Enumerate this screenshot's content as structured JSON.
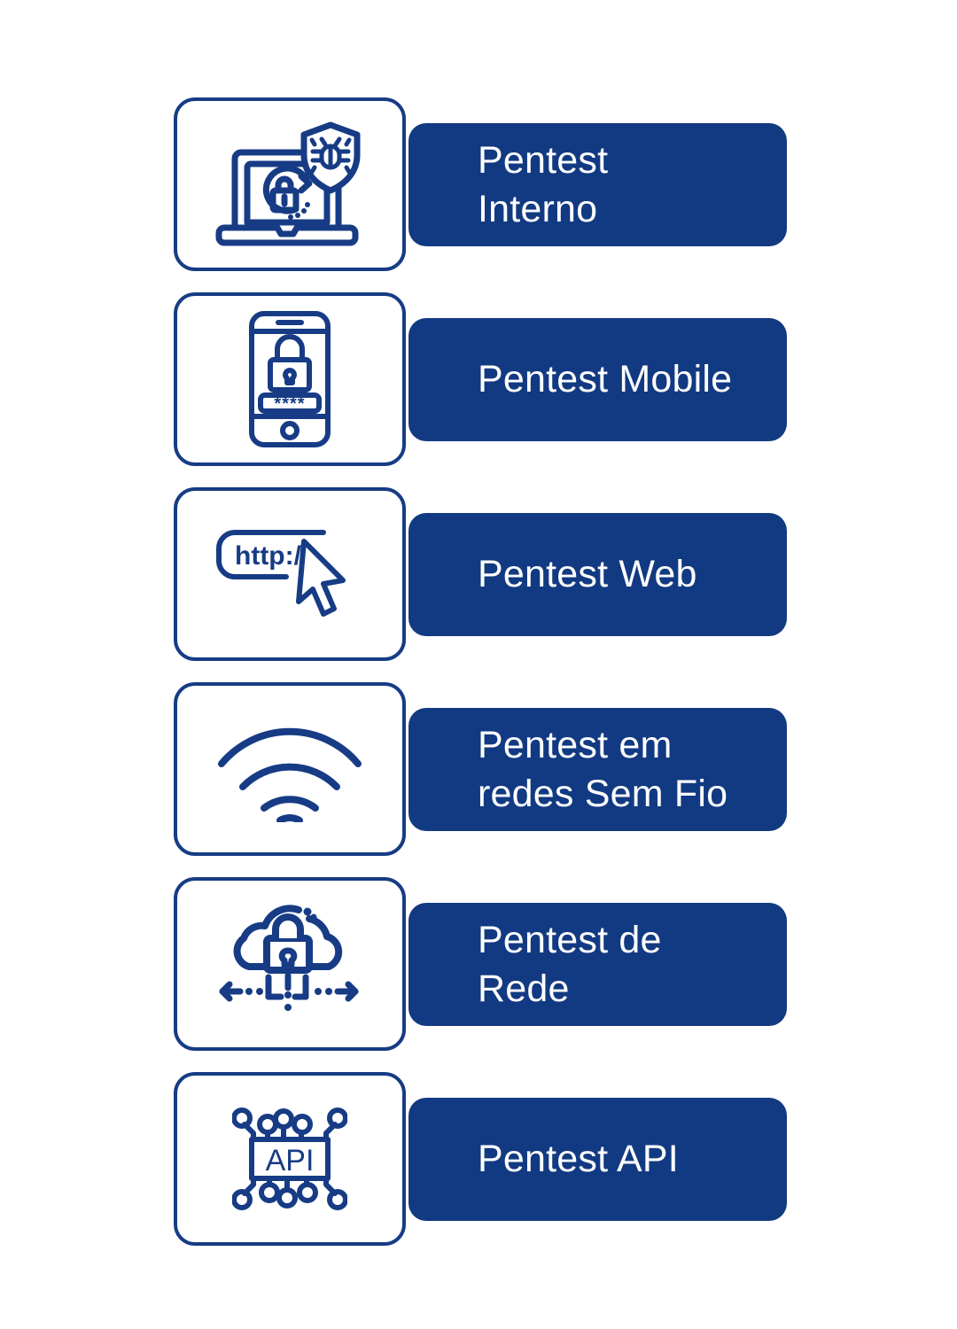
{
  "page": {
    "background_color": "#ffffff",
    "accent_navy": "#123A82",
    "card_border_color": "#173C85",
    "label_text_color": "#ffffff",
    "icon_stroke_color": "#173C85"
  },
  "services": [
    {
      "label": "Pentest\nInterno",
      "label_lines": [
        "Pentest",
        "Interno"
      ],
      "icon_name": "laptop-shield-bug-lock-icon"
    },
    {
      "label": "Pentest Mobile",
      "label_lines": [
        "Pentest Mobile"
      ],
      "icon_name": "mobile-phone-lock-password-icon"
    },
    {
      "label": "Pentest Web",
      "label_lines": [
        "Pentest Web"
      ],
      "icon_name": "url-bar-http-cursor-icon"
    },
    {
      "label": "Pentest em\nredes Sem Fio",
      "label_lines": [
        "Pentest em",
        "redes Sem Fio"
      ],
      "icon_name": "wifi-signal-icon"
    },
    {
      "label": "Pentest de\nRede",
      "label_lines": [
        "Pentest de",
        "Rede"
      ],
      "icon_name": "cloud-lock-network-arrows-icon"
    },
    {
      "label": "Pentest API",
      "label_lines": [
        "Pentest API"
      ],
      "icon_name": "api-chip-circuit-icon"
    }
  ]
}
